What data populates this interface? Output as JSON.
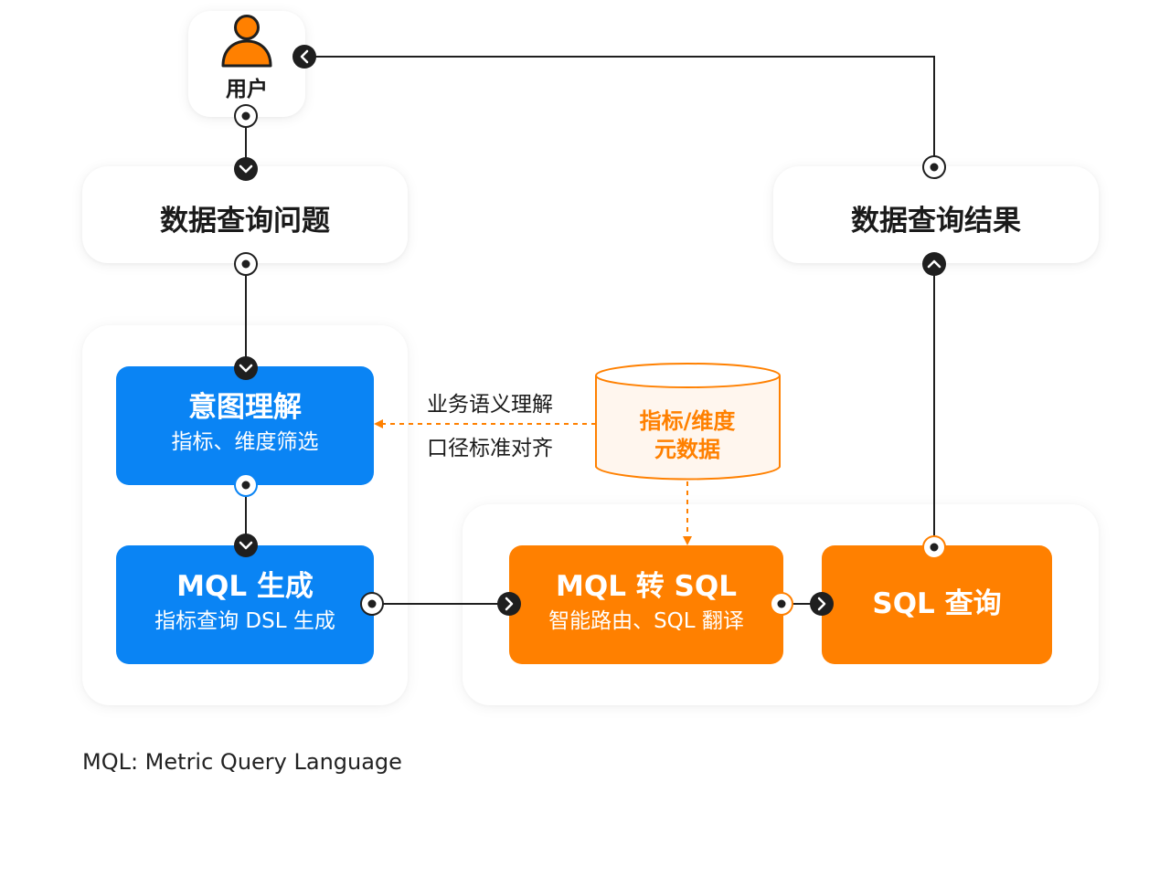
{
  "user": {
    "label": "用户"
  },
  "question_node": {
    "label": "数据查询问题"
  },
  "result_node": {
    "label": "数据查询结果"
  },
  "intent_box": {
    "title": "意图理解",
    "subtitle": "指标、维度筛选"
  },
  "mql_box": {
    "title": "MQL 生成",
    "subtitle": "指标查询 DSL 生成"
  },
  "mql_to_sql_box": {
    "title": "MQL 转 SQL",
    "subtitle": "智能路由、SQL 翻译"
  },
  "sql_query_box": {
    "title": "SQL 查询"
  },
  "metadata_db": {
    "line1": "指标/维度",
    "line2": "元数据"
  },
  "semantic_labels": {
    "line1": "业务语义理解",
    "line2": "口径标准对齐"
  },
  "footnote": "MQL: Metric Query Language",
  "colors": {
    "blue": "#0a84f4",
    "orange": "#ff8000",
    "orange_light_fill": "#fff6ee",
    "dark_connector": "#1f1f1f",
    "text": "#1a1a1a"
  }
}
